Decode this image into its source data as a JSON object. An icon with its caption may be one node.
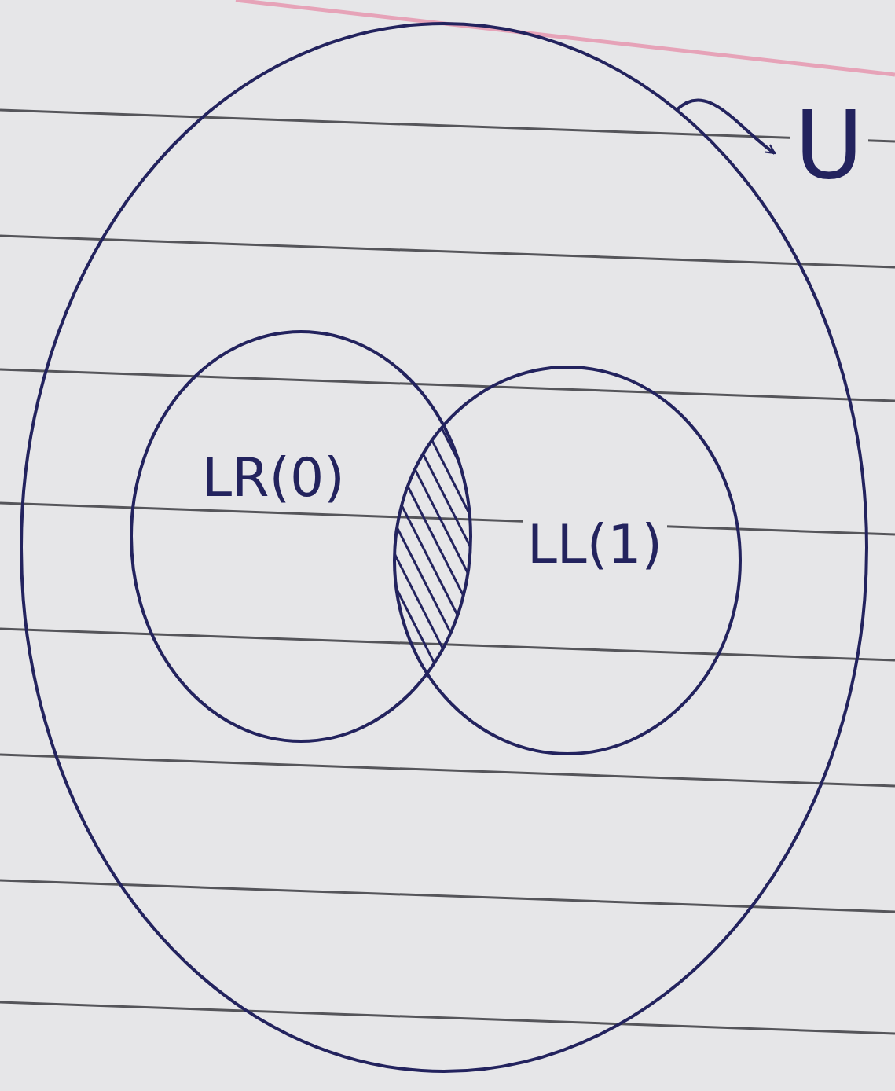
{
  "diagram": {
    "nodes": [
      {
        "text": [],
        "shape": "circle"
      },
      {
        "text": [
          "U"
        ]
      },
      {
        "text": [
          "LR(0)"
        ],
        "in": 0
      },
      {
        "text": [
          "LL(1)"
        ],
        "in": 0
      }
    ],
    "edges": [
      {
        "from": 0,
        "to": 1,
        "arrow": "to"
      }
    ]
  }
}
